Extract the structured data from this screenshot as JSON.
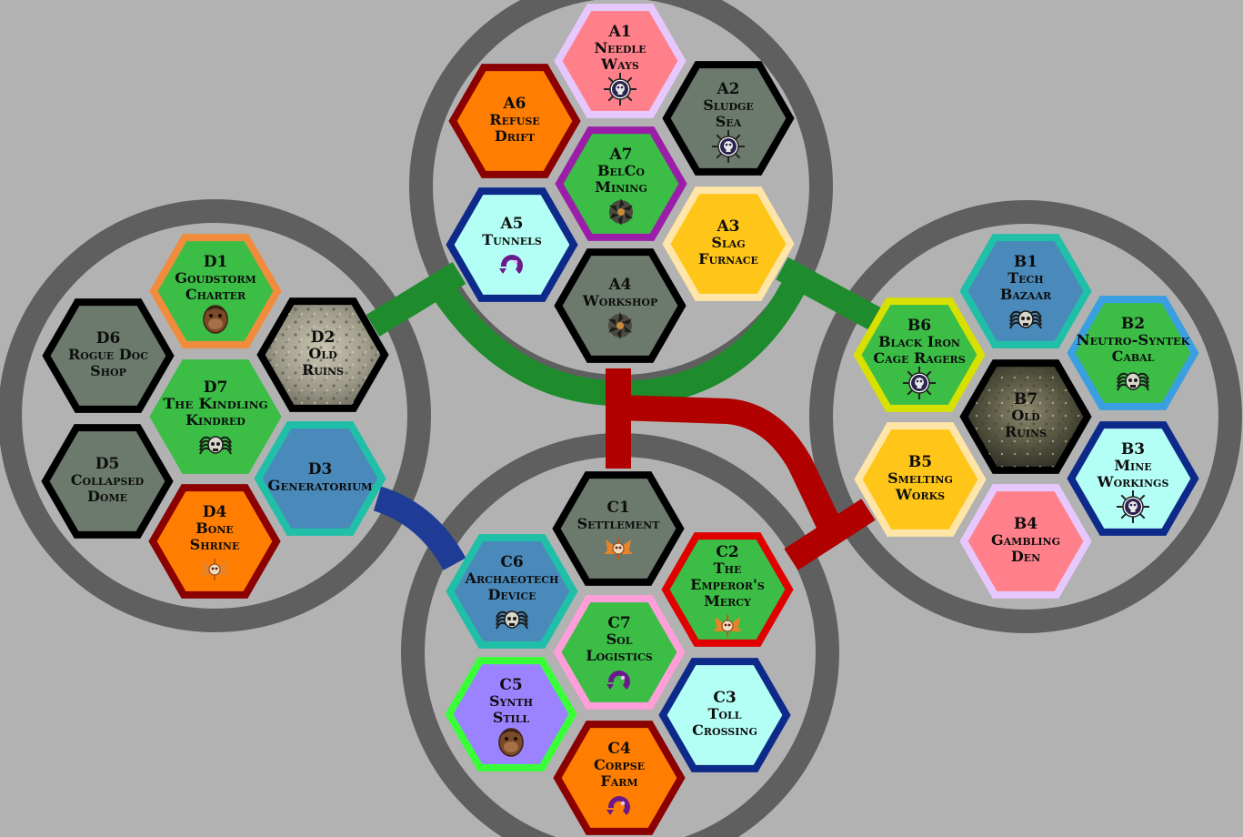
{
  "colors": {
    "background": "#b2b2b2",
    "ring": "#5f5f5f",
    "link_green": "#1e8c2c",
    "link_red": "#b00000",
    "link_blue": "#1e3c96",
    "fill_green": "#3bbd46",
    "fill_slate": "#6b7a6c",
    "fill_orange": "#ff7d00",
    "fill_pink": "#ff808a",
    "fill_yellow": "#ffc518",
    "fill_cyan": "#b3fff5",
    "fill_steel": "#4a8abb",
    "fill_purple": "#9b82ff"
  },
  "sectors": [
    {
      "id": "A",
      "hexes": [
        {
          "code": "A1",
          "name": [
            "Needle",
            "Ways"
          ],
          "fill": "#ff808a",
          "border": "#e6c8ff",
          "icon": "skull-compass-icon"
        },
        {
          "code": "A2",
          "name": [
            "Sludge",
            "Sea"
          ],
          "fill": "#6b7a6c",
          "border": "#000000",
          "icon": "skull-compass-icon"
        },
        {
          "code": "A3",
          "name": [
            "Slag",
            "Furnace"
          ],
          "fill": "#ffc518",
          "border": "#ffe6a8",
          "icon": ""
        },
        {
          "code": "A4",
          "name": [
            "Workshop"
          ],
          "fill": "#6b7a6c",
          "border": "#000000",
          "icon": "saw-blade-icon"
        },
        {
          "code": "A5",
          "name": [
            "Tunnels"
          ],
          "fill": "#b3fff5",
          "border": "#0d2a8a",
          "icon": "serpent-claw-icon"
        },
        {
          "code": "A6",
          "name": [
            "Refuse",
            "Drift"
          ],
          "fill": "#ff7d00",
          "border": "#8b0000",
          "icon": ""
        },
        {
          "code": "A7",
          "name": [
            "BelCo",
            "Mining"
          ],
          "fill": "#3bbd46",
          "border": "#9a1ea8",
          "icon": "saw-blade-icon"
        }
      ]
    },
    {
      "id": "B",
      "hexes": [
        {
          "code": "B1",
          "name": [
            "Tech",
            "Bazaar"
          ],
          "fill": "#4a8abb",
          "border": "#1fbfa8",
          "icon": "spider-skull-icon"
        },
        {
          "code": "B2",
          "name": [
            "Neutro-Syntek",
            "Cabal"
          ],
          "fill": "#3bbd46",
          "border": "#3a9fe0",
          "icon": "spider-skull-icon"
        },
        {
          "code": "B3",
          "name": [
            "Mine",
            "Workings"
          ],
          "fill": "#b3fff5",
          "border": "#0d2a8a",
          "icon": "skull-compass-icon"
        },
        {
          "code": "B4",
          "name": [
            "Gambling",
            "Den"
          ],
          "fill": "#ff808a",
          "border": "#e6c8ff",
          "icon": ""
        },
        {
          "code": "B5",
          "name": [
            "Smelting",
            "Works"
          ],
          "fill": "#ffc518",
          "border": "#ffe6a8",
          "icon": ""
        },
        {
          "code": "B6",
          "name": [
            "Black Iron",
            "Cage Ragers"
          ],
          "fill": "#3bbd46",
          "border": "#d8e000",
          "icon": "skull-compass-icon"
        },
        {
          "code": "B7",
          "name": [
            "Old",
            "Ruins"
          ],
          "fill": "rubble",
          "border": "#000000",
          "icon": ""
        }
      ]
    },
    {
      "id": "C",
      "hexes": [
        {
          "code": "C1",
          "name": [
            "Settlement"
          ],
          "fill": "#6b7a6c",
          "border": "#000000",
          "icon": "winged-skull-icon"
        },
        {
          "code": "C2",
          "name": [
            "The",
            "Emperor's",
            "Mercy"
          ],
          "fill": "#3bbd46",
          "border": "#e00000",
          "icon": "winged-skull-icon"
        },
        {
          "code": "C3",
          "name": [
            "Toll",
            "Crossing"
          ],
          "fill": "#b3fff5",
          "border": "#0d2a8a",
          "icon": ""
        },
        {
          "code": "C4",
          "name": [
            "Corpse",
            "Farm"
          ],
          "fill": "#ff7d00",
          "border": "#8b0000",
          "icon": "serpent-claw-icon"
        },
        {
          "code": "C5",
          "name": [
            "Synth",
            "Still"
          ],
          "fill": "#9b82ff",
          "border": "#39ff39",
          "icon": "ogre-head-icon"
        },
        {
          "code": "C6",
          "name": [
            "Archaeotech",
            "Device"
          ],
          "fill": "#4a8abb",
          "border": "#1fbfa8",
          "icon": "spider-skull-icon"
        },
        {
          "code": "C7",
          "name": [
            "Sol",
            "Logistics"
          ],
          "fill": "#3bbd46",
          "border": "#ff9ed8",
          "icon": "serpent-claw-icon"
        }
      ]
    },
    {
      "id": "D",
      "hexes": [
        {
          "code": "D1",
          "name": [
            "Goudstorm",
            "Charter"
          ],
          "fill": "#3bbd46",
          "border": "#f08c3c",
          "icon": "ogre-head-icon"
        },
        {
          "code": "D2",
          "name": [
            "Old",
            "Ruins"
          ],
          "fill": "rubble",
          "border": "#000000",
          "icon": ""
        },
        {
          "code": "D3",
          "name": [
            "Generatorium"
          ],
          "fill": "#4a8abb",
          "border": "#1fbfa8",
          "icon": ""
        },
        {
          "code": "D4",
          "name": [
            "Bone",
            "Shrine"
          ],
          "fill": "#ff7d00",
          "border": "#8b0000",
          "icon": "winged-skull-icon"
        },
        {
          "code": "D5",
          "name": [
            "Collapsed",
            "Dome"
          ],
          "fill": "#6b7a6c",
          "border": "#000000",
          "icon": ""
        },
        {
          "code": "D6",
          "name": [
            "Rogue Doc",
            "Shop"
          ],
          "fill": "#6b7a6c",
          "border": "#000000",
          "icon": ""
        },
        {
          "code": "D7",
          "name": [
            "The Kindling",
            "Kindred"
          ],
          "fill": "#3bbd46",
          "border": "#3bbd46",
          "icon": "spider-skull-icon"
        }
      ]
    }
  ]
}
